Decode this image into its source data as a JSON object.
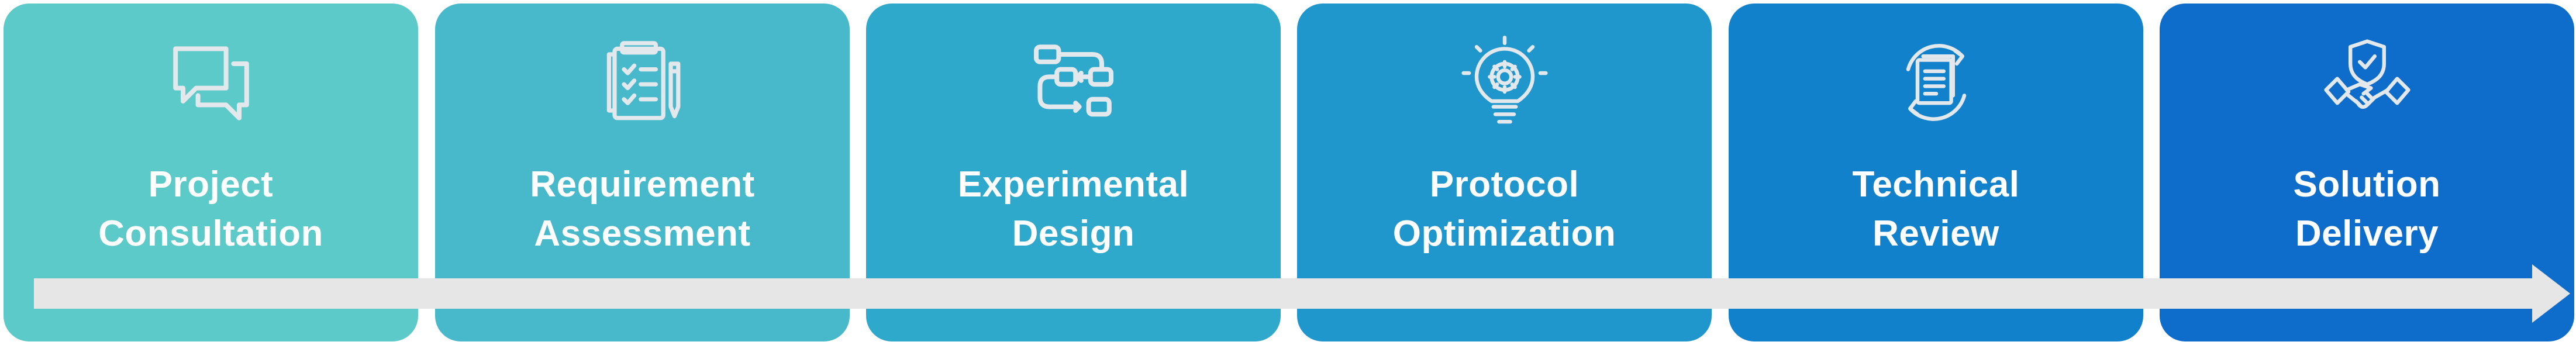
{
  "stages": [
    {
      "line1": "Project",
      "line2": "Consultation",
      "icon": "chat-bubbles-icon",
      "color": "#5CCAC8"
    },
    {
      "line1": "Requirement",
      "line2": "Assessment",
      "icon": "checklist-clipboard-icon",
      "color": "#48B9CB"
    },
    {
      "line1": "Experimental",
      "line2": "Design",
      "icon": "flowchart-icon",
      "color": "#2EA8CB"
    },
    {
      "line1": "Protocol",
      "line2": "Optimization",
      "icon": "lightbulb-gear-icon",
      "color": "#1F96CC"
    },
    {
      "line1": "Technical",
      "line2": "Review",
      "icon": "document-cycle-icon",
      "color": "#1281CC"
    },
    {
      "line1": "Solution",
      "line2": "Delivery",
      "icon": "handshake-shield-icon",
      "color": "#0E6DCA"
    }
  ],
  "colors": {
    "icon_stroke": "#E3E8EC",
    "arrow_fill": "#E6E6E6",
    "label_text": "#FFFFFF"
  }
}
